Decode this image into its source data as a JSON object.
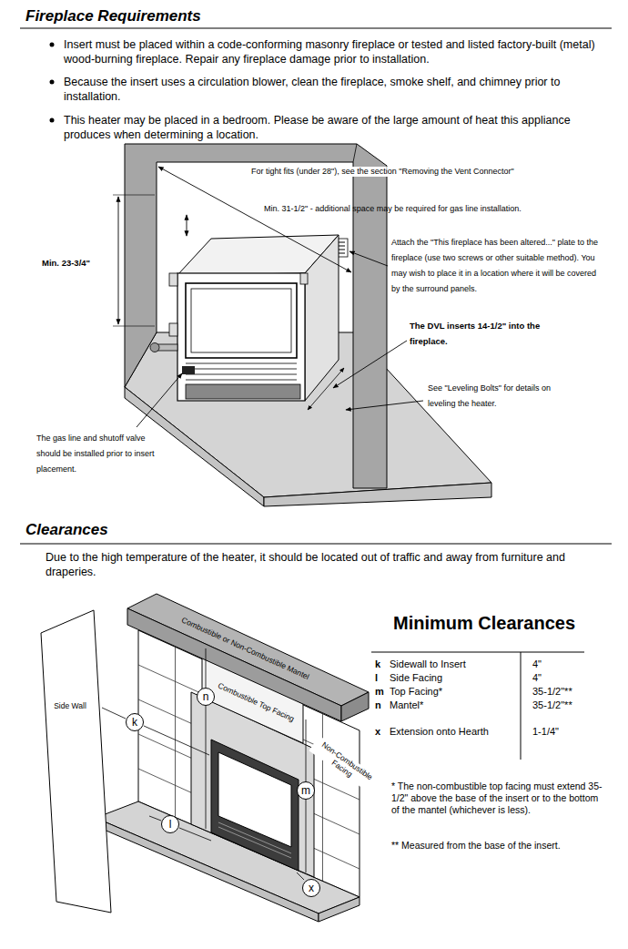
{
  "diagram": {
    "nodes": [
      {
        "text": [
          "k"
        ]
      },
      {
        "text": [
          "n"
        ]
      },
      {
        "text": [
          "m"
        ]
      },
      {
        "text": [
          "l"
        ]
      },
      {
        "text": [
          "x"
        ]
      }
    ],
    "labels": [
      "Fireplace Requirements",
      "Insert must be placed within a code-conforming masonry fireplace or tested and listed factory-built (metal) wood-burning fireplace. Repair any fireplace damage prior to installation.",
      "Because the insert uses a circulation blower, clean the fireplace, smoke shelf, and chimney prior to installation.",
      "This heater may be placed in a bedroom. Please be aware of the large amount of heat this appliance produces when determining a location.",
      "For tight fits (under 28\"), see the section \"Removing the Vent Connector\"",
      "Min. 31-1/2\" - additional space may be required for gas line installation.",
      "Min. 23-3/4\"",
      "Attach the \"This fireplace has been altered...\" plate to the fireplace (use two screws or other suitable method). You may wish to place it in a location where it will be covered by the surround panels.",
      "The DVL inserts 14-1/2\" into the fireplace.",
      "See \"Leveling Bolts\" for details on leveling the heater.",
      "The gas line and shutoff valve should be installed prior to insert placement.",
      "Clearances",
      "Due to the high temperature of the heater, it should be located out of traffic and away from furniture and draperies.",
      "Side Wall",
      "Combustible or Non-Combustible Mantel",
      "Combustible Top Facing",
      "Non-Combustible Facing",
      "Minimum Clearances",
      "k",
      "Sidewall to Insert",
      "4\"",
      "l",
      "Side Facing",
      "4\"",
      "m",
      "Top Facing*",
      "35-1/2\"**",
      "n",
      "Mantel*",
      "35-1/2\"**",
      "x",
      "Extension onto Hearth",
      "1-1/4\"",
      "* The non-combustible top facing must extend 35-1/2\" above the base of the insert or to the bottom of the mantel (whichever is less).",
      "** Measured from the base of the insert."
    ]
  }
}
